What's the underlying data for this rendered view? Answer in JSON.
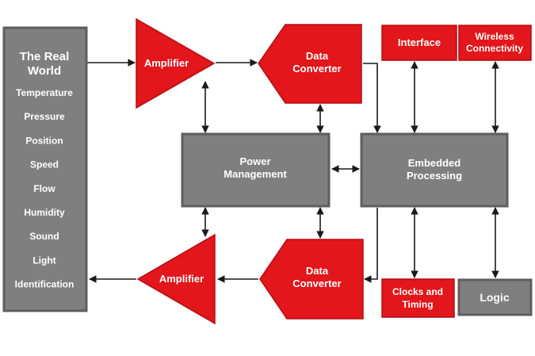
{
  "real_world": {
    "title_line1": "The Real",
    "title_line2": "World",
    "items": [
      "Temperature",
      "Pressure",
      "Position",
      "Speed",
      "Flow",
      "Humidity",
      "Sound",
      "Light",
      "Identification"
    ]
  },
  "amplifier_top": {
    "label": "Amplifier"
  },
  "amplifier_bottom": {
    "label": "Amplifier"
  },
  "converter_top": {
    "line1": "Data",
    "line2": "Converter"
  },
  "converter_bottom": {
    "line1": "Data",
    "line2": "Converter"
  },
  "power": {
    "line1": "Power",
    "line2": "Management"
  },
  "embedded": {
    "line1": "Embedded",
    "line2": "Processing"
  },
  "interface": {
    "label": "Interface"
  },
  "wireless": {
    "line1": "Wireless",
    "line2": "Connectivity"
  },
  "clocks": {
    "line1": "Clocks and",
    "line2": "Timing"
  },
  "logic": {
    "label": "Logic"
  },
  "colors": {
    "red": "#e2161b",
    "gray": "#7f7f7f",
    "border_gray": "#5e5e5e"
  }
}
